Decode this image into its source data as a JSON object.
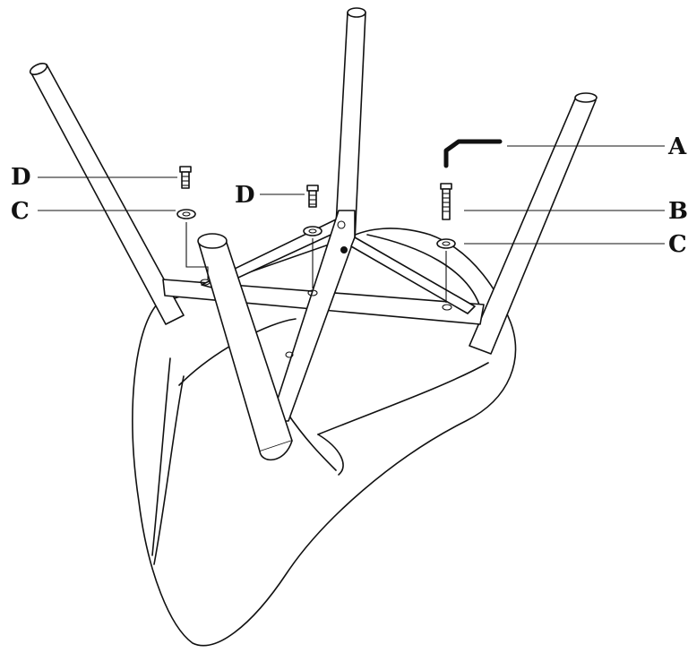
{
  "diagram": {
    "parts": [
      {
        "id": "A",
        "label": "A",
        "part": "allen-key"
      },
      {
        "id": "B",
        "label": "B",
        "part": "long-bolt"
      },
      {
        "id": "C",
        "label": "C",
        "part": "washer"
      },
      {
        "id": "D",
        "label": "D",
        "part": "short-bolt"
      }
    ],
    "callouts": {
      "a_right": "A",
      "b_right": "B",
      "c_right": "C",
      "d_left": "D",
      "c_left": "C",
      "d_center": "D"
    }
  }
}
